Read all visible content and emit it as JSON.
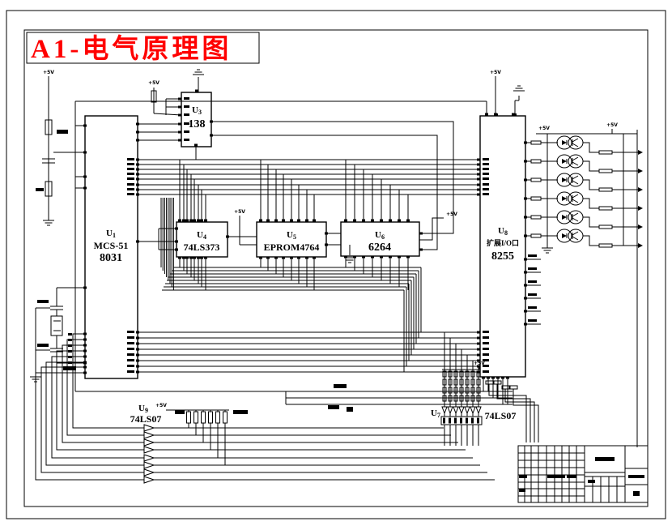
{
  "title": {
    "text": "A1-电气原理图"
  },
  "colors": {
    "accent_red": "#ff0000",
    "line": "#000000",
    "background": "#ffffff"
  },
  "labels": {
    "vcc": "+5V"
  },
  "chips": {
    "u1": {
      "ref": "U",
      "num": "1",
      "name1": "MCS-51",
      "name2": "8031"
    },
    "u3": {
      "ref": "U",
      "num": "3",
      "part": "138"
    },
    "u4": {
      "ref": "U",
      "num": "4",
      "part": "74LS373"
    },
    "u5": {
      "ref": "U",
      "num": "5",
      "part": "EPROM4764"
    },
    "u6": {
      "ref": "U",
      "num": "6",
      "part": "6264"
    },
    "u8": {
      "ref": "U",
      "num": "8",
      "name1": "扩展I/O口",
      "name2": "8255"
    },
    "u9": {
      "ref": "U",
      "num": "9",
      "part": "74LS07"
    },
    "u7": {
      "ref": "U",
      "num": "7",
      "part": "74LS07"
    }
  }
}
